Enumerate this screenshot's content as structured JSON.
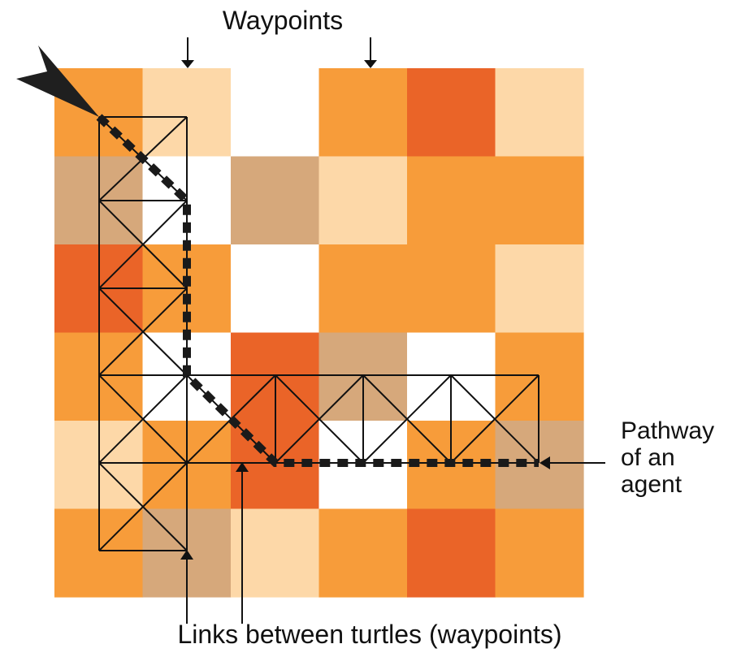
{
  "labels": {
    "waypoints": "Waypoints",
    "pathway_line1": "Pathway",
    "pathway_line2": "of an",
    "pathway_line3": "agent",
    "links": "Links between turtles (waypoints)"
  },
  "palette": {
    "orange": "#F79C3A",
    "dark_orange": "#EA6428",
    "light_peach": "#FDD8A8",
    "tan": "#D6A87B",
    "white": "#FFFFFF",
    "line": "#111111",
    "path": "#1a1a1a"
  },
  "grid": {
    "rows": 6,
    "cols": 6,
    "cells": [
      [
        "orange",
        "light_peach",
        "white",
        "orange",
        "dark_orange",
        "light_peach"
      ],
      [
        "tan",
        "white",
        "tan",
        "light_peach",
        "orange",
        "orange"
      ],
      [
        "dark_orange",
        "orange",
        "white",
        "orange",
        "orange",
        "light_peach"
      ],
      [
        "orange",
        "white",
        "dark_orange",
        "tan",
        "white",
        "orange"
      ],
      [
        "light_peach",
        "orange",
        "dark_orange",
        "white",
        "orange",
        "tan"
      ],
      [
        "orange",
        "tan",
        "light_peach",
        "orange",
        "dark_orange",
        "orange"
      ]
    ]
  }
}
